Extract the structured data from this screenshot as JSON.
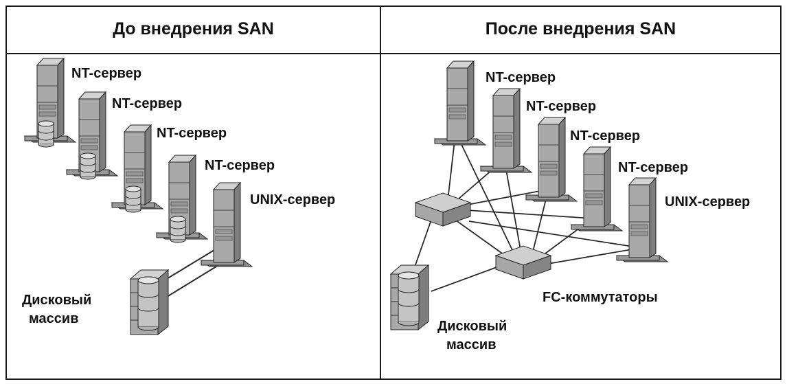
{
  "panels": {
    "before": {
      "title": "До внедрения SAN",
      "servers": [
        "NT-сервер",
        "NT-сервер",
        "NT-сервер",
        "NT-сервер",
        "UNIX-сервер"
      ],
      "storage_label": [
        "Дисковый",
        "массив"
      ]
    },
    "after": {
      "title": "После внедрения SAN",
      "servers": [
        "NT-сервер",
        "NT-сервер",
        "NT-сервер",
        "NT-сервер",
        "UNIX-сервер"
      ],
      "switches_label": "FC-коммутаторы",
      "storage_label": [
        "Дисковый",
        "массив"
      ]
    }
  },
  "colors": {
    "server_front": "#a9a9a9",
    "server_side": "#7e7e7e",
    "server_top": "#d2d2d2",
    "line": "#2a2a2a"
  }
}
